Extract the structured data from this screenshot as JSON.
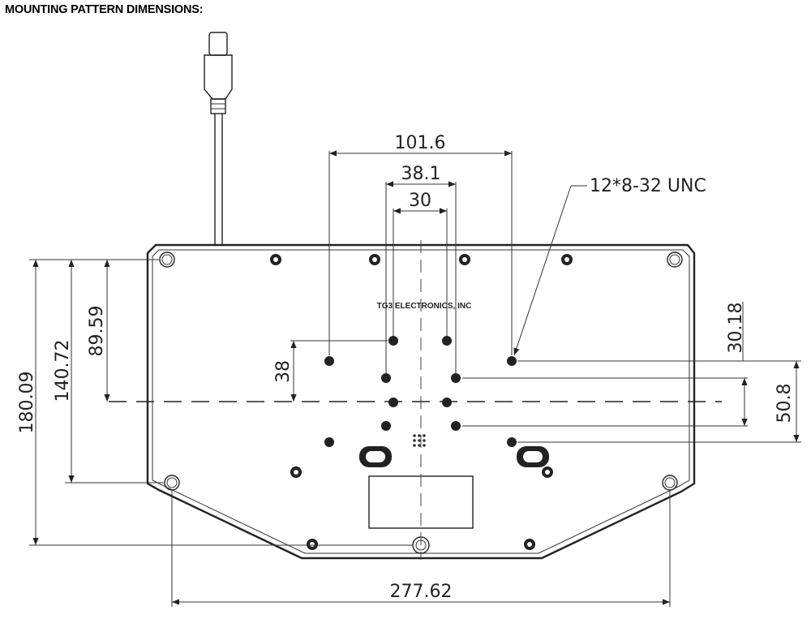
{
  "title": "MOUNTING PATTERN DIMENSIONS:",
  "brand": "TG3 ELECTRONICS, INC",
  "dimensions": {
    "width_top_outer": "101.6",
    "width_top_mid": "38.1",
    "width_top_inner": "30",
    "hole_spec": "12*8-32 UNC",
    "height_total": "180.09",
    "height_mid": "140.72",
    "height_upper": "89.59",
    "offset_38": "38",
    "right_upper": "30.18",
    "right_lower": "50.8",
    "width_bottom": "277.62"
  }
}
